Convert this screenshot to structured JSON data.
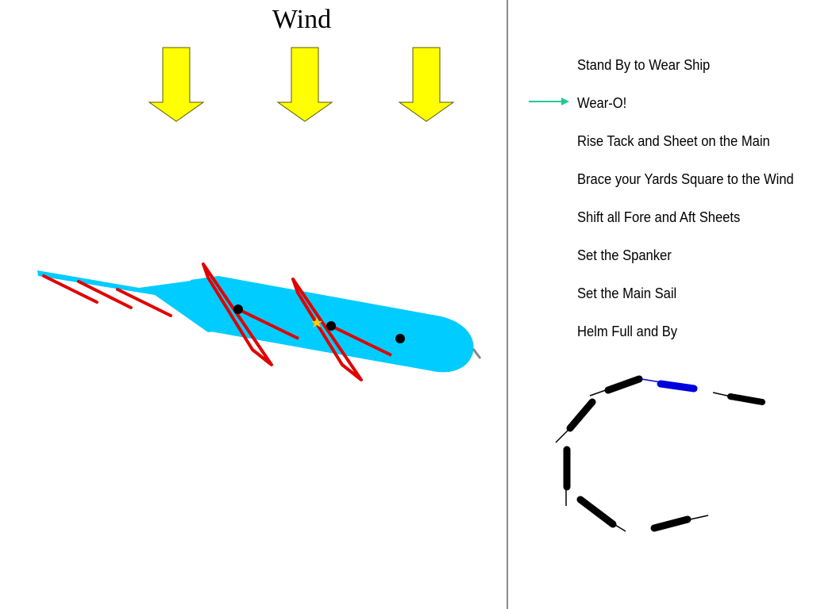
{
  "diagram": {
    "title": "Wind",
    "current_step_index": 1,
    "commands": [
      "Stand By to Wear Ship",
      "Wear-O!",
      "Rise Tack and Sheet on the Main",
      "Brace your Yards Square to the Wind",
      "Shift all Fore and Aft Sheets",
      "Set the Spanker",
      "Set the Main Sail",
      "Helm Full and By"
    ],
    "maneuver_positions": 7,
    "highlighted_position": 1
  },
  "colors": {
    "wind_arrow": "#ffff00",
    "hull": "#00ccff",
    "yards": "#e00000",
    "step_pointer": "#20c997",
    "highlighted_ship": "#0000dd",
    "ship_icon": "#000000",
    "marker": "#ffcc00"
  },
  "icons": {
    "wind": "down-arrow-icon",
    "pointer": "right-arrow-icon",
    "ship": "ship-silhouette-icon"
  }
}
